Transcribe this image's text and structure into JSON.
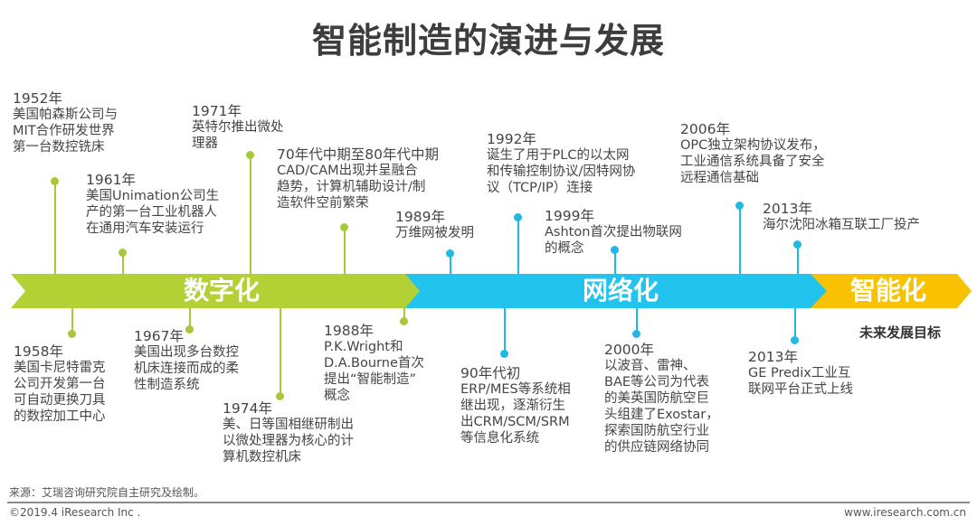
{
  "title": "智能制造的演进与发展",
  "colors": {
    "digital": "#b3d034",
    "network": "#22c3ec",
    "smart": "#f8c200",
    "green_line": "#a8c83a",
    "blue_line": "#1fb9e3"
  },
  "phases": [
    {
      "label": "数字化"
    },
    {
      "label": "网络化"
    },
    {
      "label": "智能化"
    }
  ],
  "future_goal": "未来发展目标",
  "events_top": [
    {
      "year": "1952年",
      "lines": [
        "美国帕森斯公司与",
        "MIT合作研发世界",
        "第一台数控铣床"
      ]
    },
    {
      "year": "1961年",
      "lines": [
        "美国Unimation公司生",
        "产的第一台工业机器人",
        "在通用汽车安装运行"
      ]
    },
    {
      "year": "1971年",
      "lines": [
        "英特尔推出微处",
        "理器"
      ]
    },
    {
      "year": "70年代中期至80年代中期",
      "lines": [
        "CAD/CAM出现并呈融合",
        "趋势，计算机辅助设计/制",
        "造软件空前繁荣"
      ]
    },
    {
      "year": "1989年",
      "lines": [
        "万维网被发明"
      ]
    },
    {
      "year": "1992年",
      "lines": [
        "诞生了用于PLC的以太网",
        "和传输控制协议/因特网协",
        "议（TCP/IP）连接"
      ]
    },
    {
      "year": "1999年",
      "lines": [
        "Ashton首次提出物联网",
        "的概念"
      ]
    },
    {
      "year": "2006年",
      "lines": [
        "OPC独立架构协议发布，",
        "工业通信系统具备了安全",
        "远程通信基础"
      ]
    },
    {
      "year": "2013年",
      "lines": [
        "海尔沈阳冰箱互联工厂投产"
      ]
    }
  ],
  "events_bottom": [
    {
      "year": "1958年",
      "lines": [
        "美国卡尼特雷克",
        "公司开发第一台",
        "可自动更换刀具",
        "的数控加工中心"
      ]
    },
    {
      "year": "1967年",
      "lines": [
        "美国出现多台数控",
        "机床连接而成的柔",
        "性制造系统"
      ]
    },
    {
      "year": "1974年",
      "lines": [
        "美、日等国相继研制出",
        "以微处理器为核心的计",
        "算机数控机床"
      ]
    },
    {
      "year": "1988年",
      "lines": [
        "P.K.Wright和",
        "D.A.Bourne首次",
        "提出“智能制造”",
        "概念"
      ]
    },
    {
      "year": "90年代初",
      "lines": [
        "ERP/MES等系统相",
        "继出现，逐渐衍生",
        "出CRM/SCM/SRM",
        "等信息化系统"
      ]
    },
    {
      "year": "2000年",
      "lines": [
        "以波音、雷神、",
        "BAE等公司为代表",
        "的美英国防航空巨",
        "头组建了Exostar，",
        "探索国防航空行业",
        "的供应链网络协同"
      ]
    },
    {
      "year": "2013年",
      "lines": [
        "GE Predix工业互",
        "联网平台正式上线"
      ]
    }
  ],
  "footer": {
    "source": "来源：艾瑞咨询研究院自主研究及绘制。",
    "copyright": "©2019.4 iResearch Inc .",
    "website": "www.iresearch.com.cn"
  }
}
